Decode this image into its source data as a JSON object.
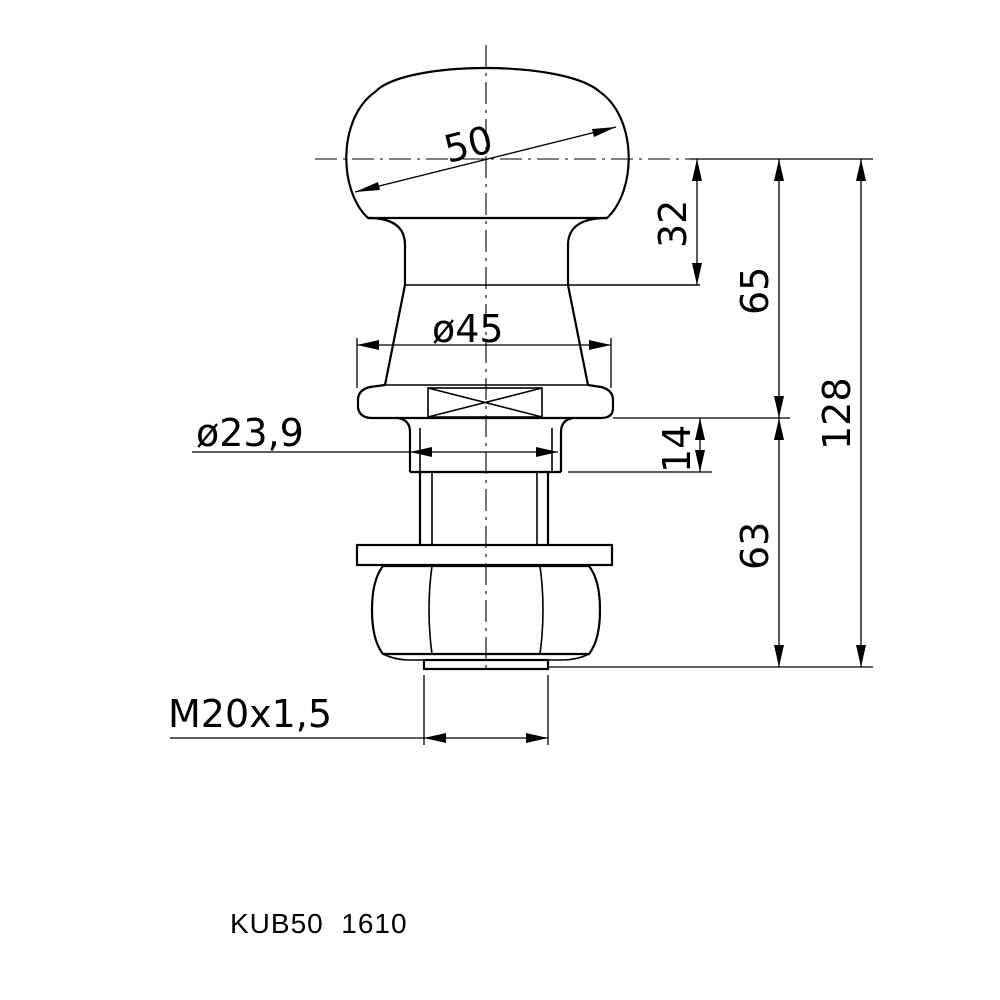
{
  "drawing": {
    "dim_ball_diameter": "50",
    "dim_32": "32",
    "dim_65": "65",
    "dim_128": "128",
    "dim_flange_diameter": "ø45",
    "dim_shank_diameter": "ø23,9",
    "dim_14": "14",
    "dim_63": "63",
    "dim_thread": "M20x1,5",
    "part_code": "KUB50  1610"
  }
}
